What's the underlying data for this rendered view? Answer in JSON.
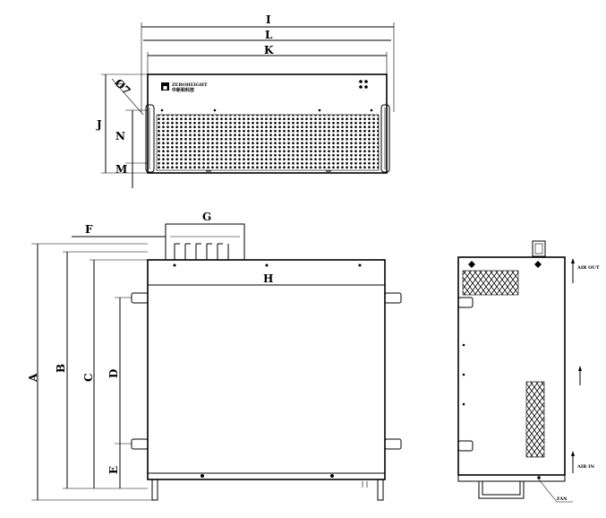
{
  "brand": {
    "name": "ZEROHEIGHT",
    "subtitle": "中新和科技"
  },
  "dimensions": {
    "I": "I",
    "L": "L",
    "K": "K",
    "J": "J",
    "N": "N",
    "M": "M",
    "phi7": "Ø7",
    "A": "A",
    "B": "B",
    "C": "C",
    "D": "D",
    "E": "E",
    "F": "F",
    "G": "G",
    "H": "H"
  },
  "side_labels": {
    "air_out": "AIR OUT",
    "air_in": "AIR IN",
    "fan": "FAN"
  },
  "colors": {
    "line": "#000000",
    "background": "#ffffff"
  }
}
